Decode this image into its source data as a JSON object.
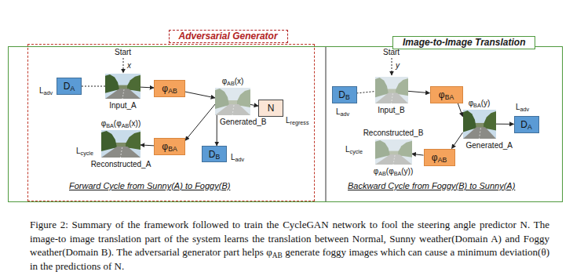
{
  "diagram": {
    "caption": "Figure 2: Summary of the framework followed to train the CycleGAN network to fool the steering angle predictor N. The image-to image translation part of the system learns the translation between Normal, Sunny weather(Domain A) and Foggy weather(Domain B). The adversarial generator part helps φAB generate foggy images which can cause a minimum deviation(θ) in the predictions of N.",
    "nodes": [
      {
        "text": [
          "Image-to-Image Translation"
        ]
      },
      {
        "text": [
          "Adversarial Generator"
        ],
        "in": 0
      },
      {
        "text": [
          "DA"
        ],
        "in": 1
      },
      {
        "text": [
          "Input_A"
        ],
        "in": 1
      },
      {
        "text": [
          "φAB"
        ],
        "in": 1
      },
      {
        "text": [
          "φAB(x)",
          "Generated_B"
        ],
        "in": 1
      },
      {
        "text": [
          "N"
        ],
        "in": 1
      },
      {
        "text": [
          "φBA"
        ],
        "in": 1
      },
      {
        "text": [
          "DB"
        ],
        "in": 1
      },
      {
        "text": [
          "φBA(φAB(x))",
          "Reconstructed_A"
        ],
        "in": 1
      },
      {
        "text": [
          "DB"
        ],
        "in": 0
      },
      {
        "text": [
          "Input_B"
        ],
        "in": 0
      },
      {
        "text": [
          "φBA"
        ],
        "in": 0
      },
      {
        "text": [
          "φBA(y)",
          "Generated_A"
        ],
        "in": 0
      },
      {
        "text": [
          "DA"
        ],
        "in": 0
      },
      {
        "text": [
          "φAB"
        ],
        "in": 0
      },
      {
        "text": [
          "Reconstructed_B",
          "φAB(φBA(y))"
        ],
        "in": 0
      }
    ],
    "edges": [
      {
        "from": 2,
        "to": 3,
        "arrow": "none"
      },
      {
        "from": 3,
        "to": 4,
        "arrow": "to"
      },
      {
        "from": 4,
        "to": 5,
        "arrow": "to"
      },
      {
        "from": 5,
        "to": 6,
        "arrow": "to"
      },
      {
        "from": 5,
        "to": 7,
        "arrow": "to"
      },
      {
        "from": 5,
        "to": 8,
        "arrow": "to"
      },
      {
        "from": 7,
        "to": 9,
        "arrow": "to"
      },
      {
        "from": 10,
        "to": 11,
        "arrow": "none"
      },
      {
        "from": 11,
        "to": 12,
        "arrow": "to"
      },
      {
        "from": 12,
        "to": 13,
        "arrow": "to"
      },
      {
        "from": 13,
        "to": 14,
        "arrow": "to"
      },
      {
        "from": 13,
        "to": 15,
        "arrow": "to"
      },
      {
        "from": 15,
        "to": 16,
        "arrow": "to"
      }
    ],
    "labels": [
      "Start",
      "x",
      "Ladv",
      "Lcycle",
      "Lregress",
      "Ladv",
      "Forward Cycle from Sunny(A) to Foggy(B)",
      "Start",
      "y",
      "Ladv",
      "Ladv",
      "Lcycle",
      "Backward Cycle from Foggy(B) to Sunny(A)"
    ]
  }
}
